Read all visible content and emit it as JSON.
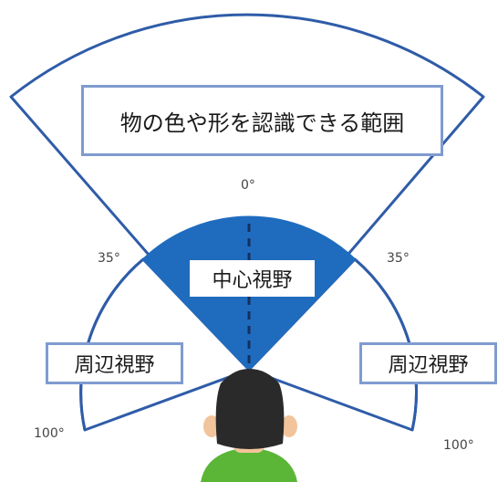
{
  "labels": {
    "outer_range": "物の色や形を認識できる範囲",
    "central_vision": "中心視野",
    "peripheral_left": "周辺視野",
    "peripheral_right": "周辺視野"
  },
  "angles": {
    "center": "0°",
    "central_left": "35°",
    "central_right": "35°",
    "peripheral_left": "100°",
    "peripheral_right": "100°"
  },
  "colors": {
    "central_fill": "#1f6cbf",
    "outline": "#2f5ca8",
    "box_border": "#7f9bd0",
    "person_hair": "#2a2a2a",
    "person_skin": "#f2c49b",
    "person_shirt": "#5bb637"
  }
}
